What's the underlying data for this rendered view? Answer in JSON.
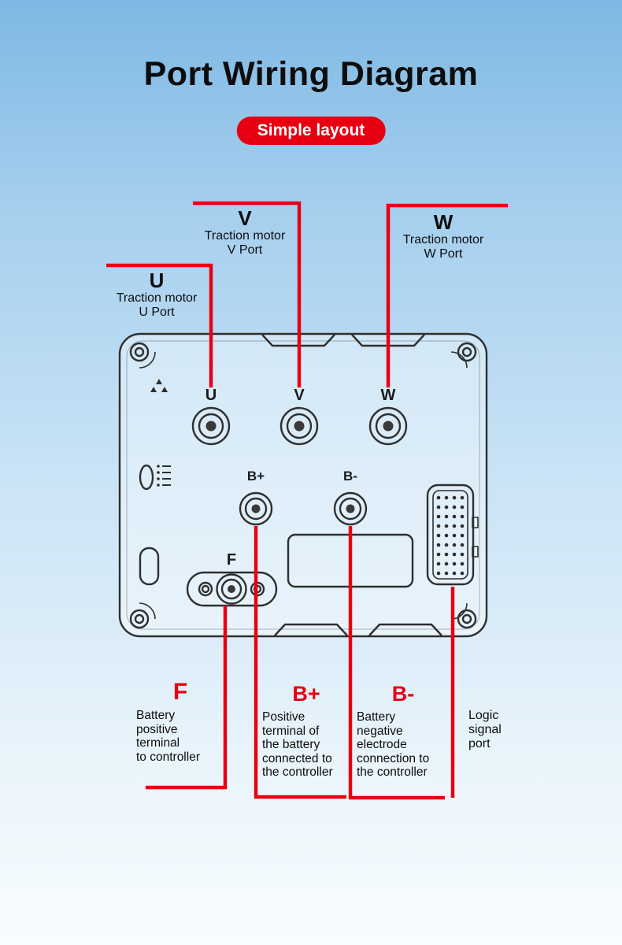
{
  "page": {
    "title": "Port Wiring Diagram",
    "badge": "Simple layout"
  },
  "colors": {
    "accent_red": "#e60012",
    "line_color": "#2f2f2f"
  },
  "top_callouts": [
    {
      "letter": "U",
      "line1": "Traction motor",
      "line2": "U Port"
    },
    {
      "letter": "V",
      "line1": "Traction motor",
      "line2": "V Port"
    },
    {
      "letter": "W",
      "line1": "Traction motor",
      "line2": "W Port"
    }
  ],
  "device_labels": {
    "u": "U",
    "v": "V",
    "w": "W",
    "b_plus": "B+",
    "b_minus": "B-",
    "f": "F"
  },
  "bottom_callouts": [
    {
      "letter": "F",
      "lines": [
        "Battery",
        "positive",
        "terminal",
        "to controller"
      ]
    },
    {
      "letter": "B+",
      "lines": [
        "Positive",
        "terminal of",
        "the battery",
        "connected to",
        "the controller"
      ]
    },
    {
      "letter": "B-",
      "lines": [
        "Battery",
        "negative",
        "electrode",
        "connection to",
        "the controller"
      ]
    },
    {
      "letter": "",
      "lines": [
        "Logic",
        "signal",
        "port"
      ]
    }
  ]
}
